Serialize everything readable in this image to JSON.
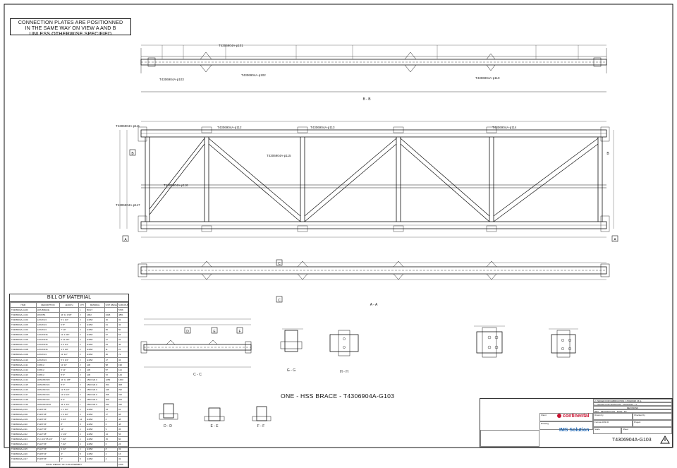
{
  "note": {
    "lines": [
      "CONNECTION PLATES ARE POSITIONNED",
      "IN THE SAME WAY ON VIEW A AND B",
      "UNLESS OTHERWISE SPECIFIED"
    ]
  },
  "views": {
    "b": "B - B",
    "a": "A - A",
    "c": "C - C",
    "d": "D - D",
    "e": "E - E",
    "f": "F - F",
    "g": "G - G",
    "h": "H - H"
  },
  "section_markers": [
    "A",
    "A",
    "B",
    "B",
    "C",
    "C",
    "D",
    "E",
    "F"
  ],
  "callouts": [
    "T4306904A-p101",
    "T4306904A-p102",
    "T4306904A-p103",
    "T4306904A-p110",
    "T4306904A-p111",
    "T4306904A-p112",
    "T4306904A-p113",
    "T4306904A-p114",
    "T4306904A-p115",
    "T4306904A-p116",
    "T4306904A-p117"
  ],
  "bom": {
    "title": "BILL OF MATERIAL",
    "headers": [
      "ITEM",
      "DESCRIPTION",
      "LENGTH",
      "QTY",
      "MATERIAL",
      "UNIT WEIGHT (LB)",
      "SUM W(LB)"
    ],
    "rows": [
      [
        "T4306904A-G103",
        "HSS BRACE",
        "",
        "1",
        "BUILT",
        "",
        "5706"
      ],
      [
        "T4306904A-m101",
        "W10X54",
        "44' 11 3/16\"",
        "2",
        "A992",
        "2426",
        "4851"
      ],
      [
        "T4306904A-m102",
        "L2X2X1/4",
        "5' 1 1/2\"",
        "2",
        "G40W",
        "16",
        "32"
      ],
      [
        "T4306904A-m103",
        "L2X2X1/4",
        "6' 8\"",
        "2",
        "G40W",
        "21",
        "42"
      ],
      [
        "T4306904A-m104",
        "L2X2X1/4",
        "7' 10\"",
        "2",
        "G40W",
        "25",
        "50"
      ],
      [
        "T4306904A-m105",
        "L2X2X3/16",
        "11' 1 3/8\"",
        "2",
        "G40W",
        "27",
        "54"
      ],
      [
        "T4306904A-m106",
        "L2X2X3/16",
        "6' 11 3/8\"",
        "2",
        "G40W",
        "17",
        "34"
      ],
      [
        "T4306904A-m107",
        "L2X2X3/16",
        "9' 6 1/4\"",
        "2",
        "G40W",
        "23",
        "46"
      ],
      [
        "T4306904A-m108",
        "L2X2X3/16",
        "4' 5 1/8\"",
        "2",
        "G40W",
        "11",
        "22"
      ],
      [
        "T4306904A-m109",
        "L2X2X1/4",
        "11' 1/2\"",
        "2",
        "G40W",
        "36",
        "72"
      ],
      [
        "T4306904A-m110",
        "L2X2X1/4",
        "5' 3 1/4\"",
        "2",
        "G40W",
        "17",
        "34"
      ],
      [
        "T4306904A-m111",
        "C6X8.2",
        "11' 11\"",
        "2",
        "A36",
        "98",
        "196"
      ],
      [
        "T4306904A-m112",
        "C6X8.2",
        "6' 11\"",
        "2",
        "A36",
        "57",
        "114"
      ],
      [
        "T4306904A-m113",
        "C6X8.2",
        "8' 9\"",
        "2",
        "A36",
        "72",
        "144"
      ],
      [
        "T4306904A-m114",
        "HSS6X6X3/8",
        "44' 11 3/8\"",
        "1",
        "A500 GR.C",
        "1253",
        "1253"
      ],
      [
        "T4306904A-m115",
        "HSS6X6X1/4",
        "8' 3\"",
        "2",
        "A500 GR.C",
        "154",
        "308"
      ],
      [
        "T4306904A-m116",
        "HSS4X4X1/4",
        "12' 5 1/2\"",
        "2",
        "A500 GR.C",
        "146",
        "292"
      ],
      [
        "T4306904A-m117",
        "HSS4X4X1/4",
        "13' 2 1/2\"",
        "2",
        "A500 GR.C",
        "155",
        "310"
      ],
      [
        "T4306904A-m118",
        "HSS4X4X1/4",
        "8' 6\"",
        "2",
        "A500 GR.C",
        "100",
        "200"
      ],
      [
        "T4306904A-m119",
        "HSS4X4X3/16",
        "44' 1 3/4\"",
        "1",
        "A500 GR.C",
        "342",
        "342"
      ],
      [
        "T4306904A-p101",
        "PL3/8\"X6\"",
        "1' 1 1/2\"",
        "4",
        "G40W",
        "13",
        "52"
      ],
      [
        "T4306904A-p102",
        "PL3/8\"X8\"",
        "1' 4 1/2\"",
        "4",
        "G40W",
        "17",
        "68"
      ],
      [
        "T4306904A-p103",
        "PL3/8\"X6\"",
        "5 1/4\"",
        "12",
        "G40W",
        "4",
        "48"
      ],
      [
        "T4306904A-p110",
        "PL3/8\"X6\"",
        "8\"",
        "8",
        "G40W",
        "6",
        "48"
      ],
      [
        "T4306904A-p111",
        "PL1/2\"X6\"",
        "11\"",
        "4",
        "G40W",
        "9",
        "36"
      ],
      [
        "T4306904A-p112",
        "PL1/2\"X8\"",
        "1' 1/2\"",
        "4",
        "G40W",
        "14",
        "56"
      ],
      [
        "T4306904A-p113",
        "PL 1 1/4\"X5 1/2\"",
        "7 1/2\"",
        "4",
        "G40W",
        "15",
        "60"
      ],
      [
        "T4306904A-p114",
        "PL1/2\"X6\"",
        "7 1/2\"",
        "4",
        "G40W",
        "6",
        "24"
      ],
      [
        "T4306904A-p115",
        "PL1/2\"X6\"",
        "9 1/2\"",
        "4",
        "G40W",
        "8",
        "32"
      ],
      [
        "T4306904A-p116",
        "PL3/8\"X4\"",
        "4\"",
        "8",
        "G40W",
        "2",
        "16"
      ],
      [
        "T4306904A-p117",
        "PL3/8\"X6\"",
        "6\"",
        "8",
        "G40W",
        "4",
        "32"
      ]
    ],
    "total_label": "TOTAL WEIGHT OF THIS ASSEMBLY",
    "total_value": "5706"
  },
  "drawing_title": "ONE - HSS BRACE - T4306904A-G103",
  "title_block": {
    "company": "continental",
    "partner": "IMS Solution",
    "drawing_number": "T4306904A-G103",
    "revisions_label": "REVISIONS",
    "rev_rows": [
      [
        "2",
        "ISSUED FOR FABRICATION",
        "17/03/2015",
        "M.G."
      ],
      [
        "1",
        "ISSUED FOR APPROVAL",
        "10/03/2015",
        "J.L."
      ]
    ],
    "rev_headers": [
      "REV",
      "DESCRIPTION",
      "DATE",
      "BY"
    ],
    "fields": {
      "client": "Client",
      "project": "Project",
      "drawing": "Drawing",
      "scale": "Scale",
      "sheet": "Sheet",
      "drawn_by": "Drawn by",
      "checked_by": "Checked by",
      "format": "Format",
      "format_value": "ANSI D"
    }
  }
}
